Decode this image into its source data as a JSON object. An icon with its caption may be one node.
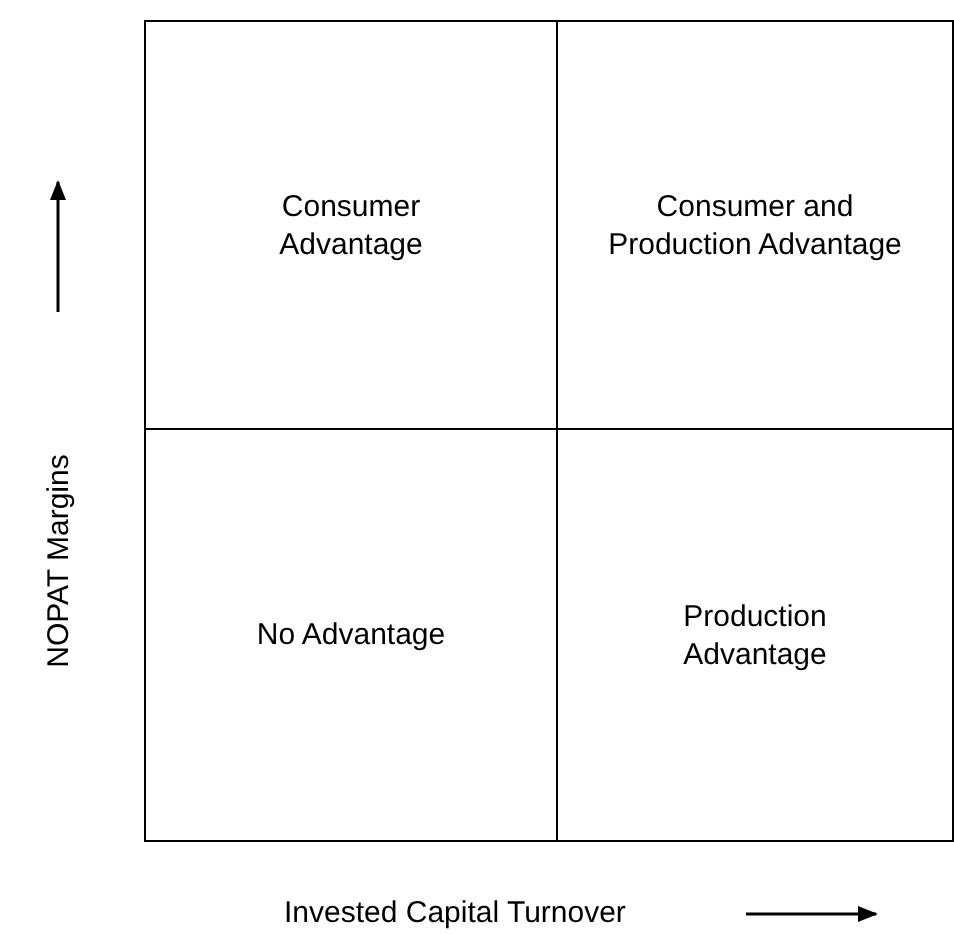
{
  "diagram": {
    "nodes": [
      {
        "text": [
          "Consumer Advantage"
        ]
      },
      {
        "text": [
          "Consumer and Production Advantage"
        ]
      },
      {
        "text": [
          "No Advantage"
        ]
      },
      {
        "text": [
          "Production Advantage"
        ]
      }
    ],
    "labels": [
      "NOPAT Margins",
      "Invested Capital Turnover"
    ]
  }
}
